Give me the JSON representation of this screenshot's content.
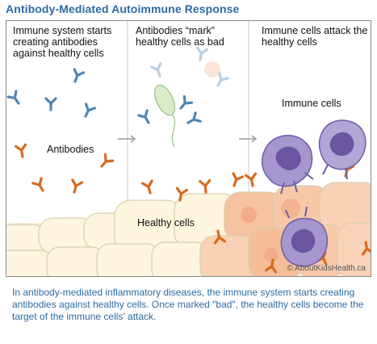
{
  "title": "Antibody-Mediated Autoimmune Response",
  "panels": [
    {
      "caption": "Immune system starts creating antibodies against healthy cells"
    },
    {
      "caption": "Antibodies “mark” healthy cells as bad"
    },
    {
      "caption": "Immune cells attack the healthy cells"
    }
  ],
  "labels": {
    "antibodies": "Antibodies",
    "healthy_cells": "Healthy cells",
    "immune_cells": "Immune cells"
  },
  "credit": "© AboutKidsHealth.ca",
  "description": "In antibody-mediated inflammatory diseases, the immune system starts creating antibodies against healthy cells. Once marked \"bad\", the healthy cells become the target of the immune cells' attack.",
  "colors": {
    "title": "#2c6aa3",
    "antibody_blue": "#4f86b5",
    "antibody_orange": "#d9691e",
    "healthy_cell": "#fdf5df",
    "inflamed_cell": "#f7c2a0",
    "immune_cell": "#8c7ab8"
  }
}
